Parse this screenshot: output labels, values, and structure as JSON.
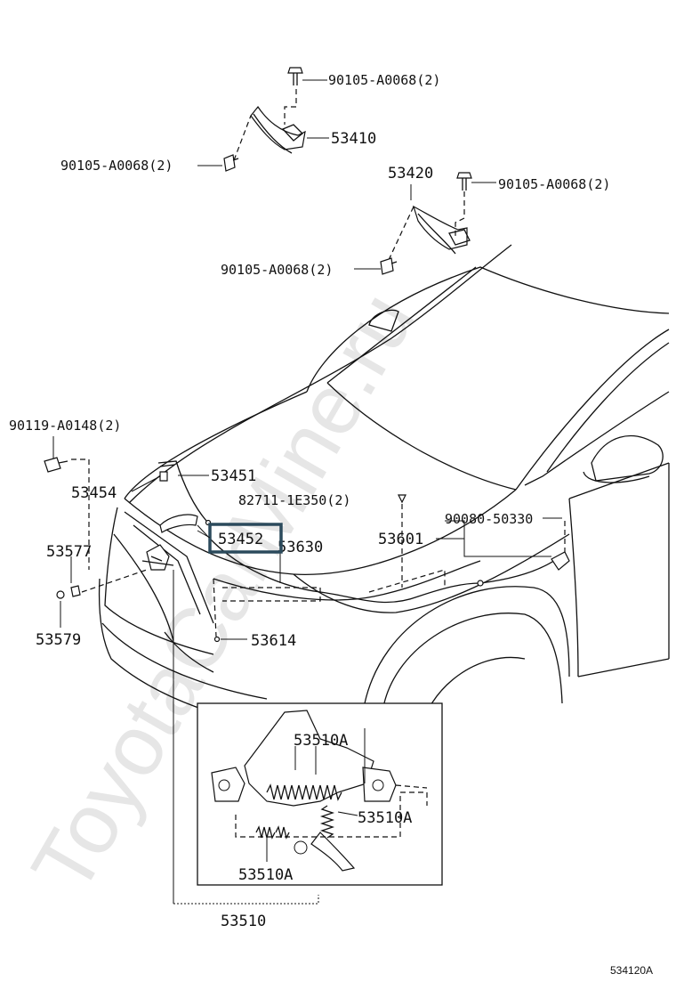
{
  "watermark": "ToyotaCarMine.ru",
  "figure_id": "534120A",
  "parts": {
    "bolt_top": "90105-A0068(2)",
    "hinge_lh": "53410",
    "bolt_lh_side": "90105-A0068(2)",
    "hinge_rh": "53420",
    "bolt_rh_top": "90105-A0068(2)",
    "bolt_rh_side": "90105-A0068(2)",
    "screw_lock": "90119-A0148(2)",
    "support_rod": "53451",
    "holder": "53454",
    "clip_cable": "82711-1E350(2)",
    "clip_ref": "90080-50330",
    "highlighted": "53452",
    "cable": "53630",
    "lever": "53601",
    "bumper_lh": "53577",
    "bumper_screw": "53579",
    "cushion": "53614",
    "spring_1": "53510A",
    "spring_2": "53510A",
    "spring_3": "53510A",
    "lock_assy": "53510"
  },
  "highlight_color": "#2b4a5c"
}
